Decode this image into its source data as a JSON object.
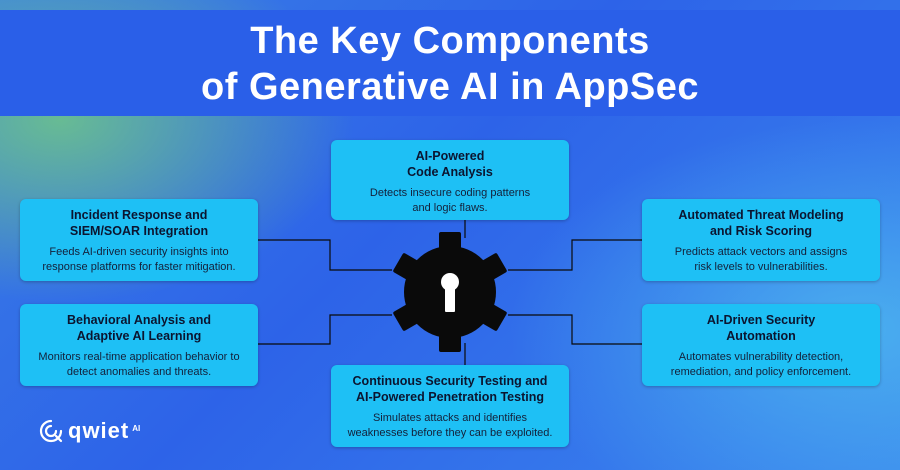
{
  "title": {
    "line1": "The Key Components",
    "line2": "of Generative AI in AppSec"
  },
  "center_icon": "gear-keyhole-icon",
  "components": [
    {
      "id": "top",
      "title": "AI-Powered\nCode Analysis",
      "desc": "Detects insecure coding patterns\nand logic flaws."
    },
    {
      "id": "top-left",
      "title": "Incident Response and\nSIEM/SOAR Integration",
      "desc": "Feeds AI-driven security insights into\nresponse platforms for faster mitigation."
    },
    {
      "id": "top-right",
      "title": "Automated Threat Modeling\nand Risk Scoring",
      "desc": "Predicts attack vectors and assigns\nrisk levels to vulnerabilities."
    },
    {
      "id": "bottom-left",
      "title": "Behavioral Analysis and\nAdaptive AI Learning",
      "desc": "Monitors real-time application behavior to\ndetect anomalies and threats."
    },
    {
      "id": "bottom-right",
      "title": "AI-Driven Security\nAutomation",
      "desc": "Automates vulnerability detection,\nremediation, and policy enforcement."
    },
    {
      "id": "bottom",
      "title": "Continuous Security Testing and\nAI-Powered Penetration Testing",
      "desc": "Simulates attacks and identifies\nweaknesses before they can be exploited."
    }
  ],
  "logo": {
    "word": "qwiet",
    "suffix": "AI"
  },
  "colors": {
    "card": "#1ec0f5",
    "title_band": "#2a5fe8",
    "gear": "#0a0a0a"
  }
}
